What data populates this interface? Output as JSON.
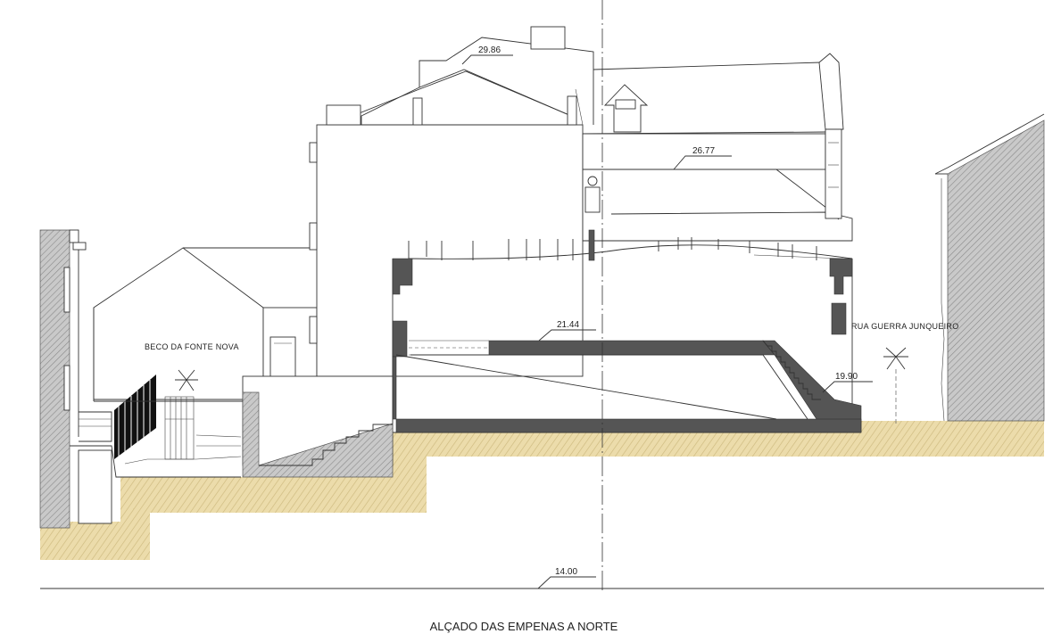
{
  "title": "ALÇADO DAS EMPENAS A NORTE",
  "labels": {
    "left_street": "BECO DA FONTE NOVA",
    "right_street": "RUA GUERRA JUNQUEIRO"
  },
  "elevations": {
    "ridge": "29.86",
    "eave": "26.77",
    "floor": "21.44",
    "street": "19.90",
    "datum": "14.00"
  },
  "colors": {
    "ground": "#e8d9a8",
    "section_fill": "#555555",
    "line": "#333333"
  }
}
